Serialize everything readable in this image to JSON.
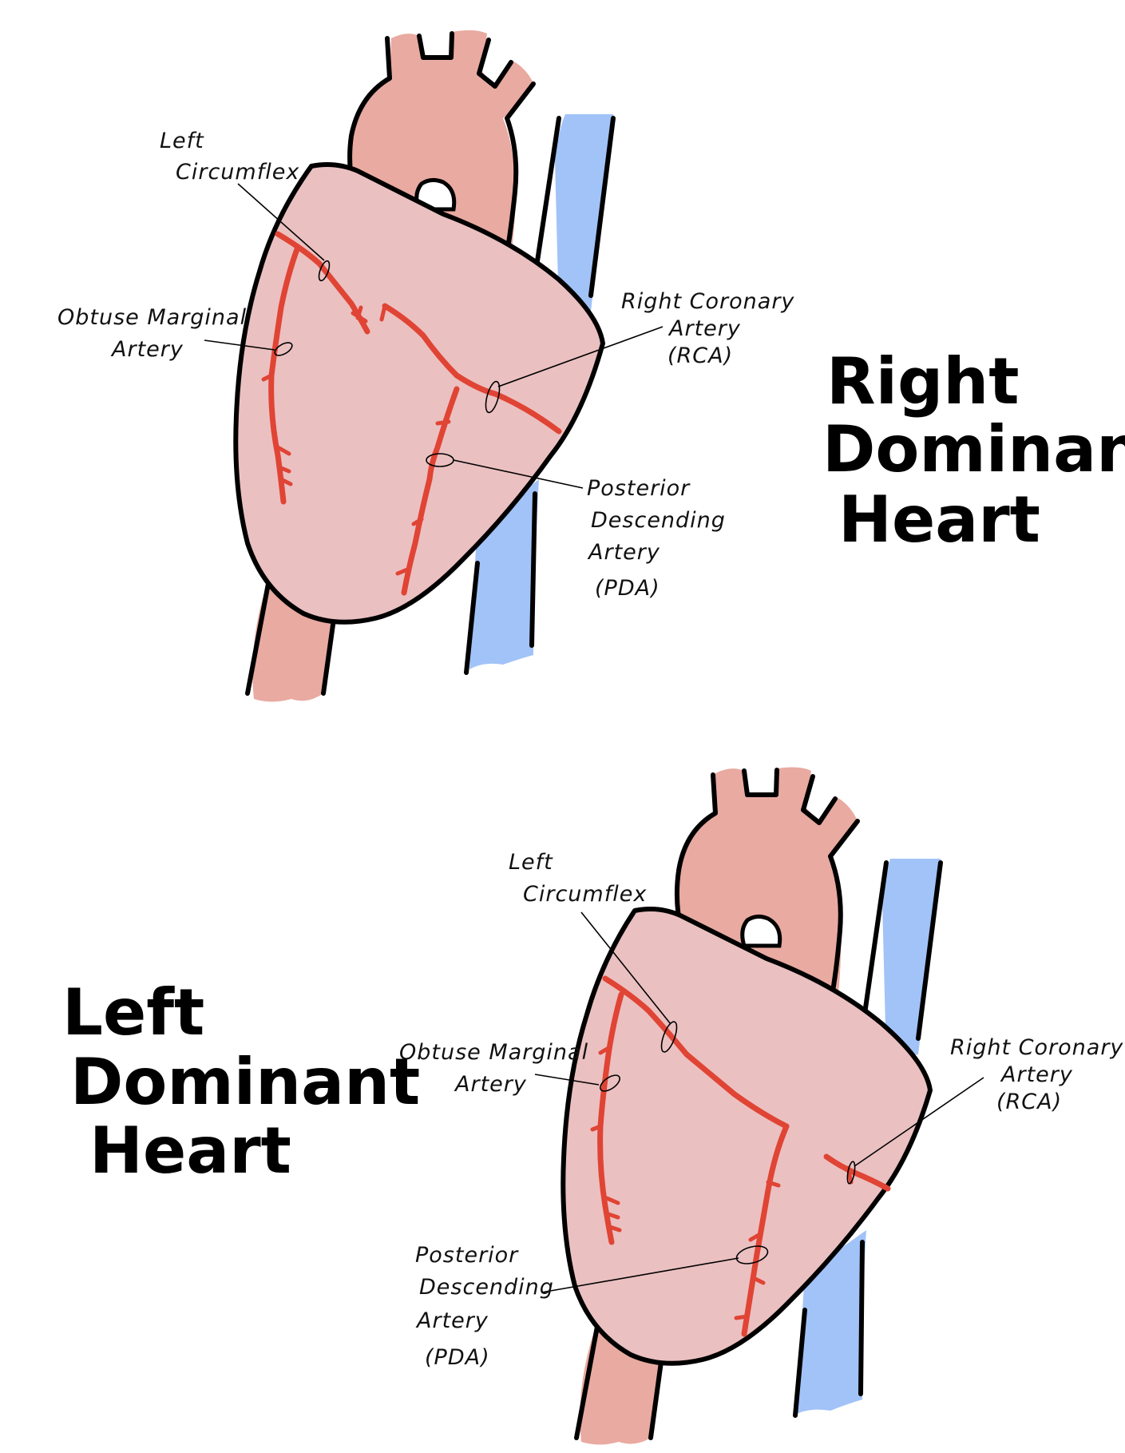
{
  "colors": {
    "heart": "#ebc0c1",
    "aorta": "#e9aaa1",
    "vena_cava": "#a1c3f8",
    "artery": "#e04434",
    "outline": "#000000"
  },
  "diagrams": [
    {
      "title": [
        "Right",
        "Dominant",
        "Heart"
      ],
      "labels": {
        "left_circumflex": [
          "Left",
          "Circumflex"
        ],
        "obtuse_marginal": [
          "Obtuse Marginal",
          "Artery"
        ],
        "rca": [
          "Right Coronary",
          "Artery",
          "(RCA)"
        ],
        "pda": [
          "Posterior",
          "Descending",
          "Artery",
          "(PDA)"
        ]
      }
    },
    {
      "title": [
        "Left",
        "Dominant",
        "Heart"
      ],
      "labels": {
        "left_circumflex": [
          "Left",
          "Circumflex"
        ],
        "obtuse_marginal": [
          "Obtuse Marginal",
          "Artery"
        ],
        "rca": [
          "Right Coronary",
          "Artery",
          "(RCA)"
        ],
        "pda": [
          "Posterior",
          "Descending",
          "Artery",
          "(PDA)"
        ]
      }
    }
  ]
}
